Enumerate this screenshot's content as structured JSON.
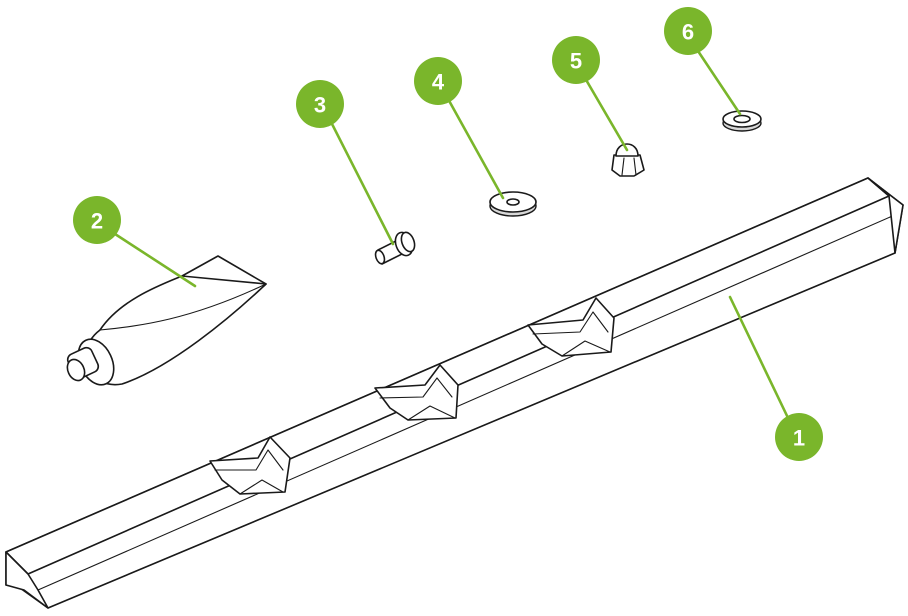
{
  "colors": {
    "accent": "#7ab62b",
    "line": "#1a1a1a",
    "background": "#ffffff"
  },
  "callouts": [
    {
      "id": "1",
      "label": "1",
      "part": "long-channel-bar"
    },
    {
      "id": "2",
      "label": "2",
      "part": "adhesive-tube"
    },
    {
      "id": "3",
      "label": "3",
      "part": "rivet"
    },
    {
      "id": "4",
      "label": "4",
      "part": "rubber-washer"
    },
    {
      "id": "5",
      "label": "5",
      "part": "cap-nut"
    },
    {
      "id": "6",
      "label": "6",
      "part": "flat-washer"
    }
  ]
}
